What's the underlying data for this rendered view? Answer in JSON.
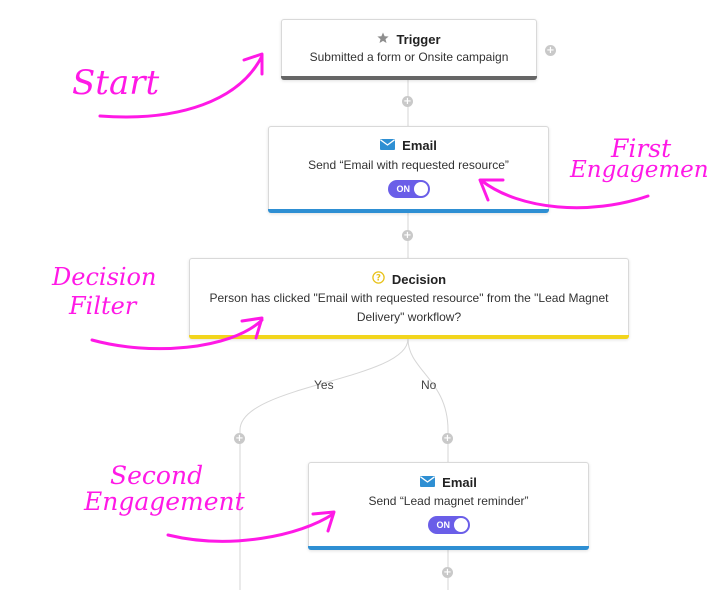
{
  "nodes": {
    "trigger": {
      "title": "Trigger",
      "description": "Submitted a form or Onsite campaign",
      "icon": "star-icon"
    },
    "email_1": {
      "title": "Email",
      "description": "Send “Email with requested resource”",
      "toggle": "ON",
      "icon": "envelope-icon"
    },
    "decision": {
      "title": "Decision",
      "description": "Person has clicked \"Email with requested resource\" from the \"Lead Magnet Delivery\" workflow?",
      "icon": "question-circle-icon"
    },
    "email_2": {
      "title": "Email",
      "description": "Send “Lead magnet reminder”",
      "toggle": "ON",
      "icon": "envelope-icon"
    }
  },
  "branches": {
    "yes": "Yes",
    "no": "No"
  },
  "annotations": {
    "start": "Start",
    "first_engagement": [
      "First",
      "Engagement"
    ],
    "decision_filter": [
      "Decision",
      "Filter"
    ],
    "second_engagement": [
      "Second",
      "Engagement"
    ]
  },
  "colors": {
    "trigger_bar": "#666666",
    "email_bar": "#2e8fd3",
    "decision_bar": "#f2d51d",
    "toggle": "#6a5ee8",
    "annotation": "#ff19e6",
    "connector": "#d6d6d6"
  }
}
